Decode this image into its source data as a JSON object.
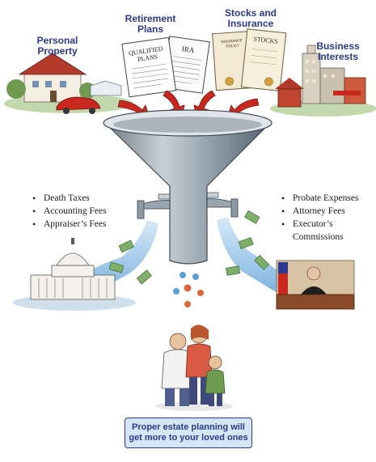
{
  "labels": {
    "personal_property": [
      "Personal",
      "Property"
    ],
    "retirement_plans": [
      "Retirement",
      "Plans"
    ],
    "stocks_insurance": [
      "Stocks and",
      "Insurance"
    ],
    "business_interests": [
      "Business",
      "Interests"
    ]
  },
  "documents": {
    "qualified_plans": [
      "QUALIFIED",
      "PLANS"
    ],
    "ira": "IRA",
    "insurance_policy": [
      "INSURANCE",
      "POLICY"
    ],
    "stocks": "STOCKS"
  },
  "left_costs": [
    "Death Taxes",
    "Accounting Fees",
    "Appraiser’s Fees"
  ],
  "right_costs": [
    "Probate Expenses",
    "Attorney Fees",
    "Executor’s",
    "Commissions"
  ],
  "banner": [
    "Proper estate planning will",
    "get more to your loved ones"
  ],
  "colors": {
    "label_blue": "#2b3990",
    "arrow_red": "#c8281e",
    "banner_fill": "#d4e7f7",
    "funnel_gray": "#8c98a2",
    "water_blue": "#5c9fd6",
    "money_green": "#7fae6a"
  }
}
